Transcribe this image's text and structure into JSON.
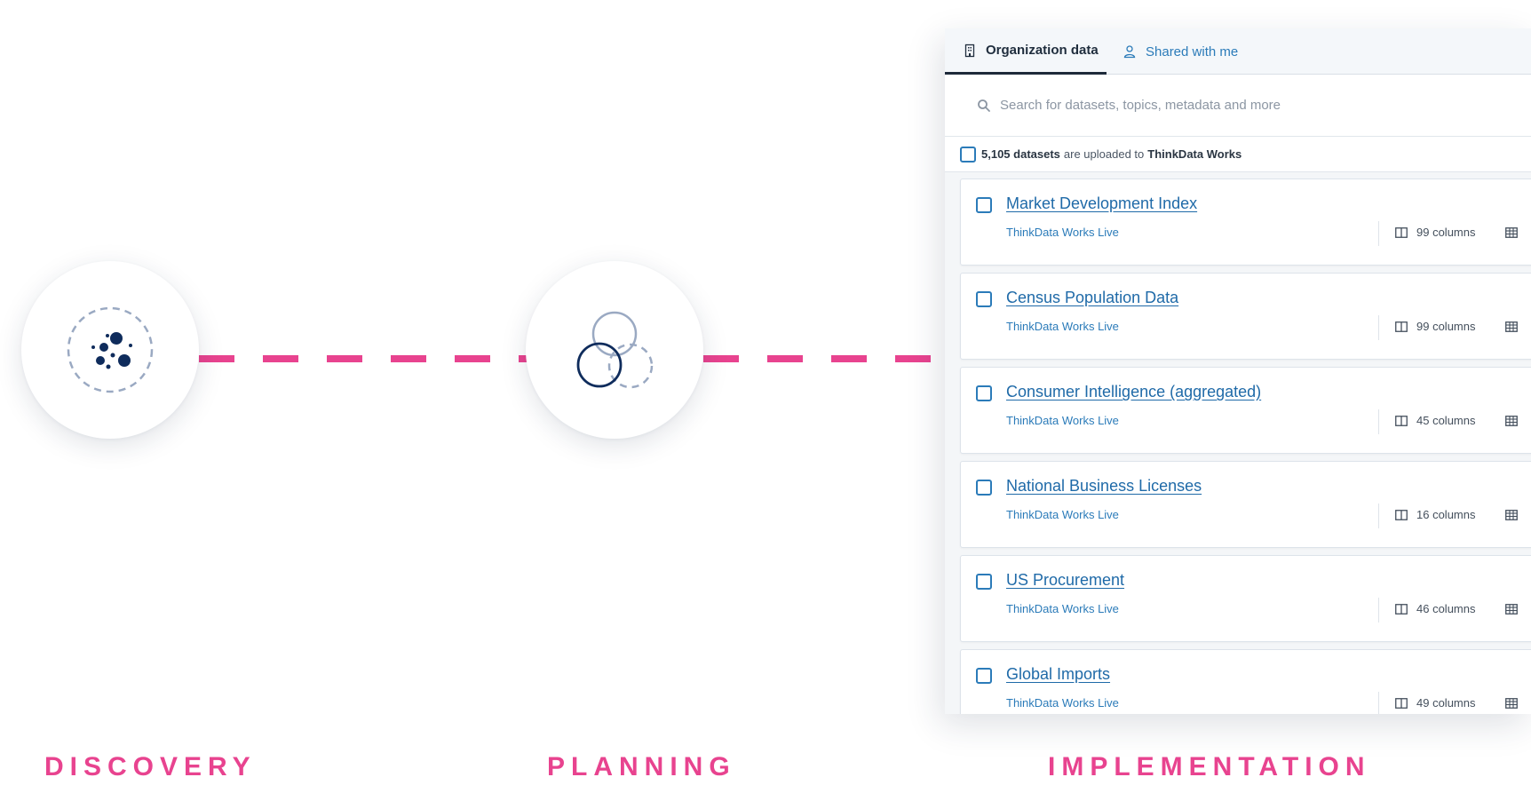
{
  "stages": {
    "discovery": "DISCOVERY",
    "planning": "PLANNING",
    "implementation": "IMPLEMENTATION"
  },
  "colors": {
    "accent_pink": "#e8438f",
    "navy": "#0f2c5c",
    "link_blue": "#2b7bb9"
  },
  "panel": {
    "tabs": [
      {
        "label": "Organization data",
        "icon": "building-icon",
        "active": true
      },
      {
        "label": "Shared with me",
        "icon": "user-icon",
        "active": false
      }
    ],
    "search": {
      "icon": "search-icon",
      "placeholder": "Search for datasets, topics, metadata and more"
    },
    "summary": {
      "count": "5,105 datasets",
      "middle": "are uploaded to",
      "org": "ThinkData Works"
    },
    "datasets": [
      {
        "title": "Market Development Index",
        "source": "ThinkData Works Live",
        "columns": "99 columns"
      },
      {
        "title": "Census Population Data",
        "source": "ThinkData Works Live",
        "columns": "99 columns"
      },
      {
        "title": "Consumer Intelligence (aggregated)",
        "source": "ThinkData Works Live",
        "columns": "45 columns"
      },
      {
        "title": "National Business Licenses",
        "source": "ThinkData Works Live",
        "columns": "16 columns"
      },
      {
        "title": "US Procurement",
        "source": "ThinkData Works Live",
        "columns": "46 columns"
      },
      {
        "title": "Global Imports",
        "source": "ThinkData Works Live",
        "columns": "49 columns"
      }
    ]
  }
}
